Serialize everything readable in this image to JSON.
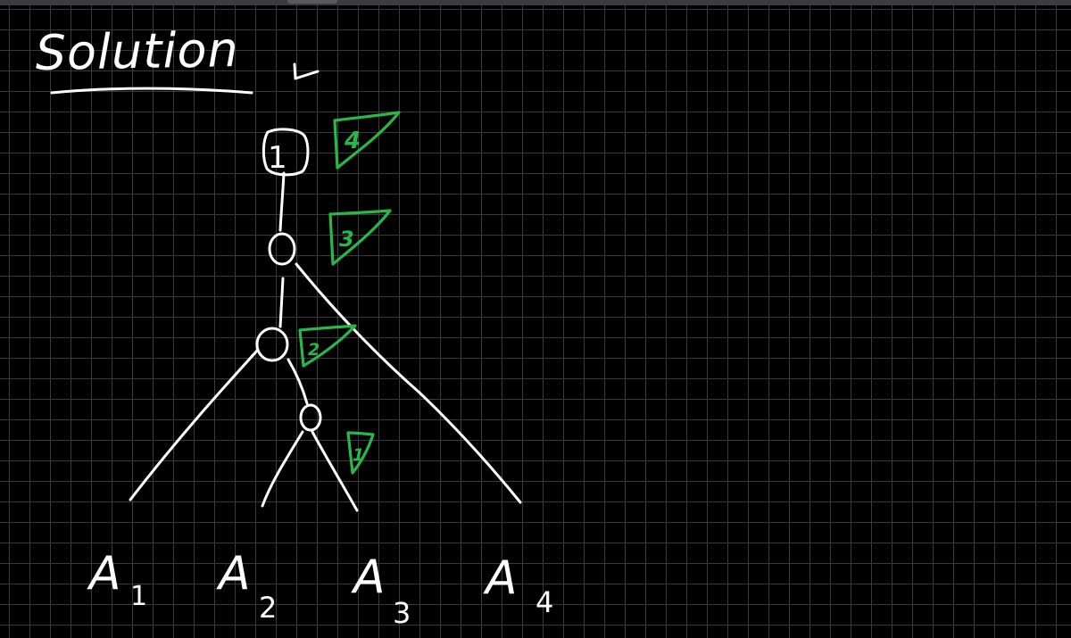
{
  "title": "Solution",
  "tree": {
    "root_label": "1",
    "leaves": [
      {
        "name": "A",
        "sub": "1"
      },
      {
        "name": "A",
        "sub": "2"
      },
      {
        "name": "A",
        "sub": "3"
      },
      {
        "name": "A",
        "sub": "4"
      }
    ],
    "order_flags": [
      "4",
      "3",
      "2",
      "1"
    ]
  },
  "colors": {
    "background": "#000000",
    "grid": "#3a3a3a",
    "ink": "#ffffff",
    "annotation": "#27b84a"
  }
}
